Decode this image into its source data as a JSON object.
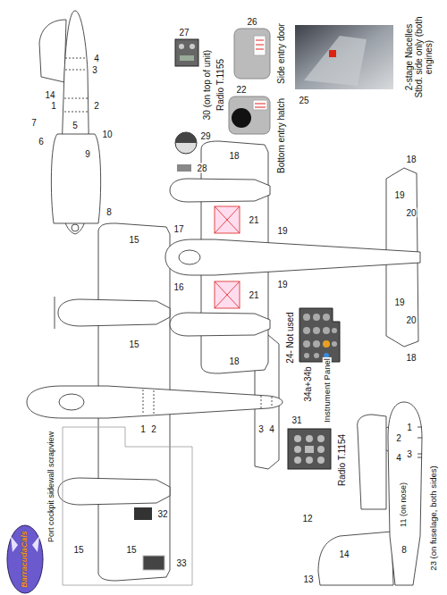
{
  "diagram": {
    "labels": [
      "26",
      "Side entry door",
      "27",
      "30 (on top of unit)",
      "Radio T.1155",
      "4",
      "3",
      "14",
      "22",
      "Bottom entry hatch",
      "25",
      "2-stage Nacelles Stbd. side only (both engines)",
      "5",
      "2",
      "1",
      "7",
      "29",
      "10",
      "6",
      "9",
      "18",
      "18",
      "28",
      "19",
      "8",
      "20",
      "21",
      "17",
      "19",
      "15",
      "16",
      "19",
      "21",
      "19",
      "20",
      "24- Not used",
      "15",
      "18",
      "18",
      "34a+34b",
      "Instrument Panel",
      "31",
      "1",
      "1",
      "2",
      "3",
      "4",
      "2",
      "3",
      "4",
      "Radio T.1154",
      "Port cockpit sidewall scrapview",
      "11 (on nose)",
      "32",
      "23 (on fuselage, both sides)",
      "12",
      "15",
      "15",
      "8",
      "14",
      "BarracudaCals",
      "13",
      "33"
    ]
  }
}
